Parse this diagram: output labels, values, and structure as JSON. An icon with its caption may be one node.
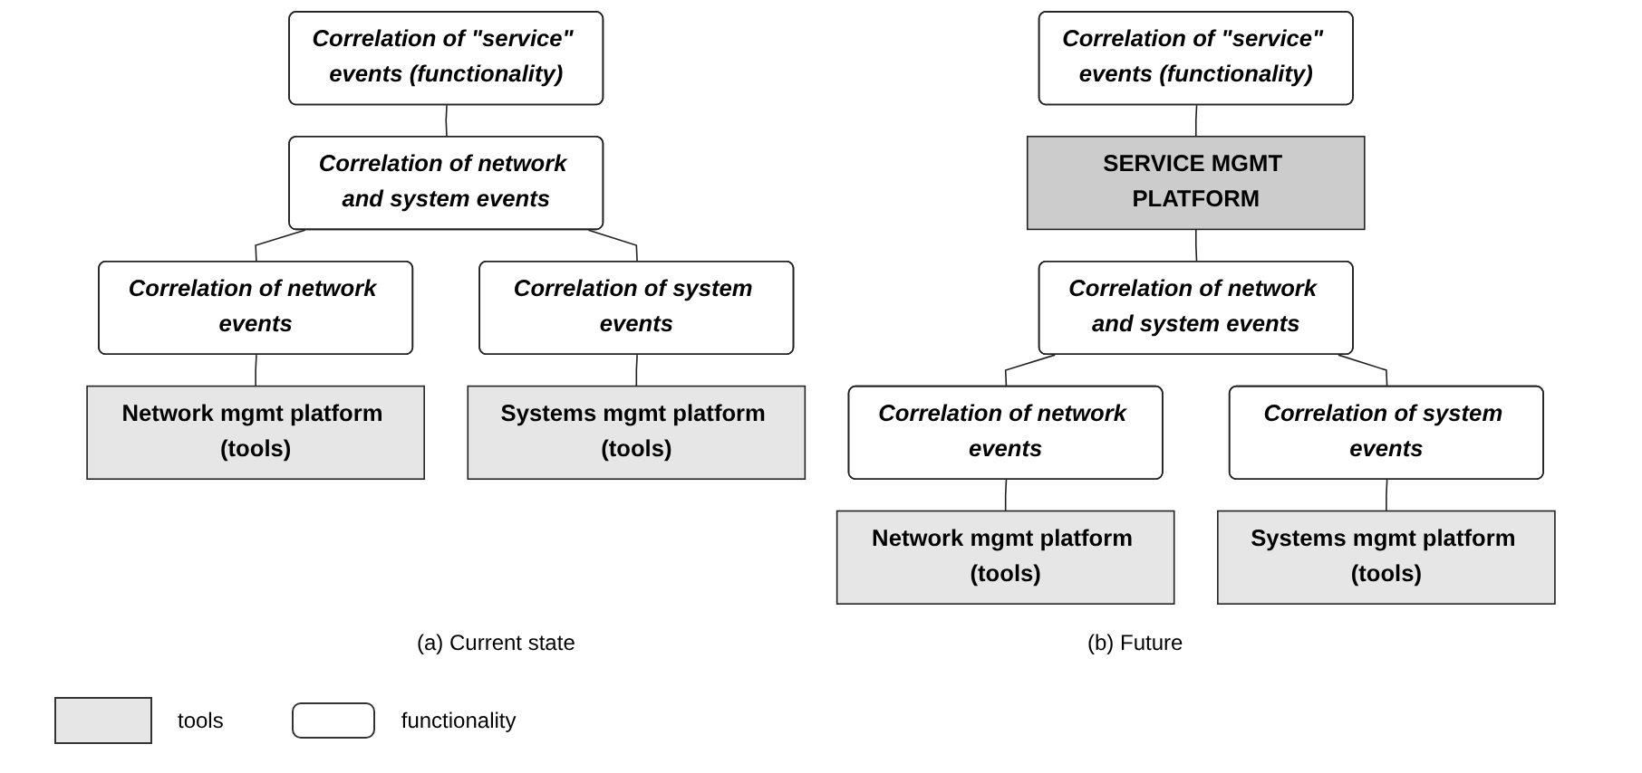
{
  "diagram": {
    "nodes": [
      {
        "text": [
          "Correlation of \"service\" events (functionality)"
        ]
      },
      {
        "text": [
          "Correlation of network and system events"
        ]
      },
      {
        "text": [
          "Correlation of network events"
        ]
      },
      {
        "text": [
          "Correlation of system events"
        ]
      },
      {
        "text": [
          "Network mgmt platform (tools)"
        ]
      },
      {
        "text": [
          "Systems mgmt platform (tools)"
        ]
      },
      {
        "text": [
          "Correlation of \"service\" events (functionality)"
        ]
      },
      {
        "text": [
          "SERVICE MGMT PLATFORM"
        ]
      },
      {
        "text": [
          "Correlation of network and system events"
        ]
      },
      {
        "text": [
          "Correlation of network events"
        ]
      },
      {
        "text": [
          "Correlation of system events"
        ]
      },
      {
        "text": [
          "Network mgmt platform (tools)"
        ]
      },
      {
        "text": [
          "Systems mgmt platform (tools)"
        ]
      }
    ],
    "edges": [
      {
        "from": 0,
        "to": 1,
        "arrow": "none"
      },
      {
        "from": 1,
        "to": 2,
        "arrow": "none"
      },
      {
        "from": 1,
        "to": 3,
        "arrow": "none"
      },
      {
        "from": 2,
        "to": 4,
        "arrow": "none"
      },
      {
        "from": 3,
        "to": 5,
        "arrow": "none"
      },
      {
        "from": 6,
        "to": 7,
        "arrow": "none"
      },
      {
        "from": 7,
        "to": 8,
        "arrow": "none"
      },
      {
        "from": 8,
        "to": 9,
        "arrow": "none"
      },
      {
        "from": 8,
        "to": 10,
        "arrow": "none"
      },
      {
        "from": 9,
        "to": 11,
        "arrow": "none"
      },
      {
        "from": 10,
        "to": 12,
        "arrow": "none"
      }
    ],
    "labels": [
      "(a) Current state",
      "(b) Future"
    ],
    "legend": [
      {
        "text": "tools",
        "color": "#e6e6e6"
      },
      {
        "text": "functionality"
      }
    ]
  }
}
